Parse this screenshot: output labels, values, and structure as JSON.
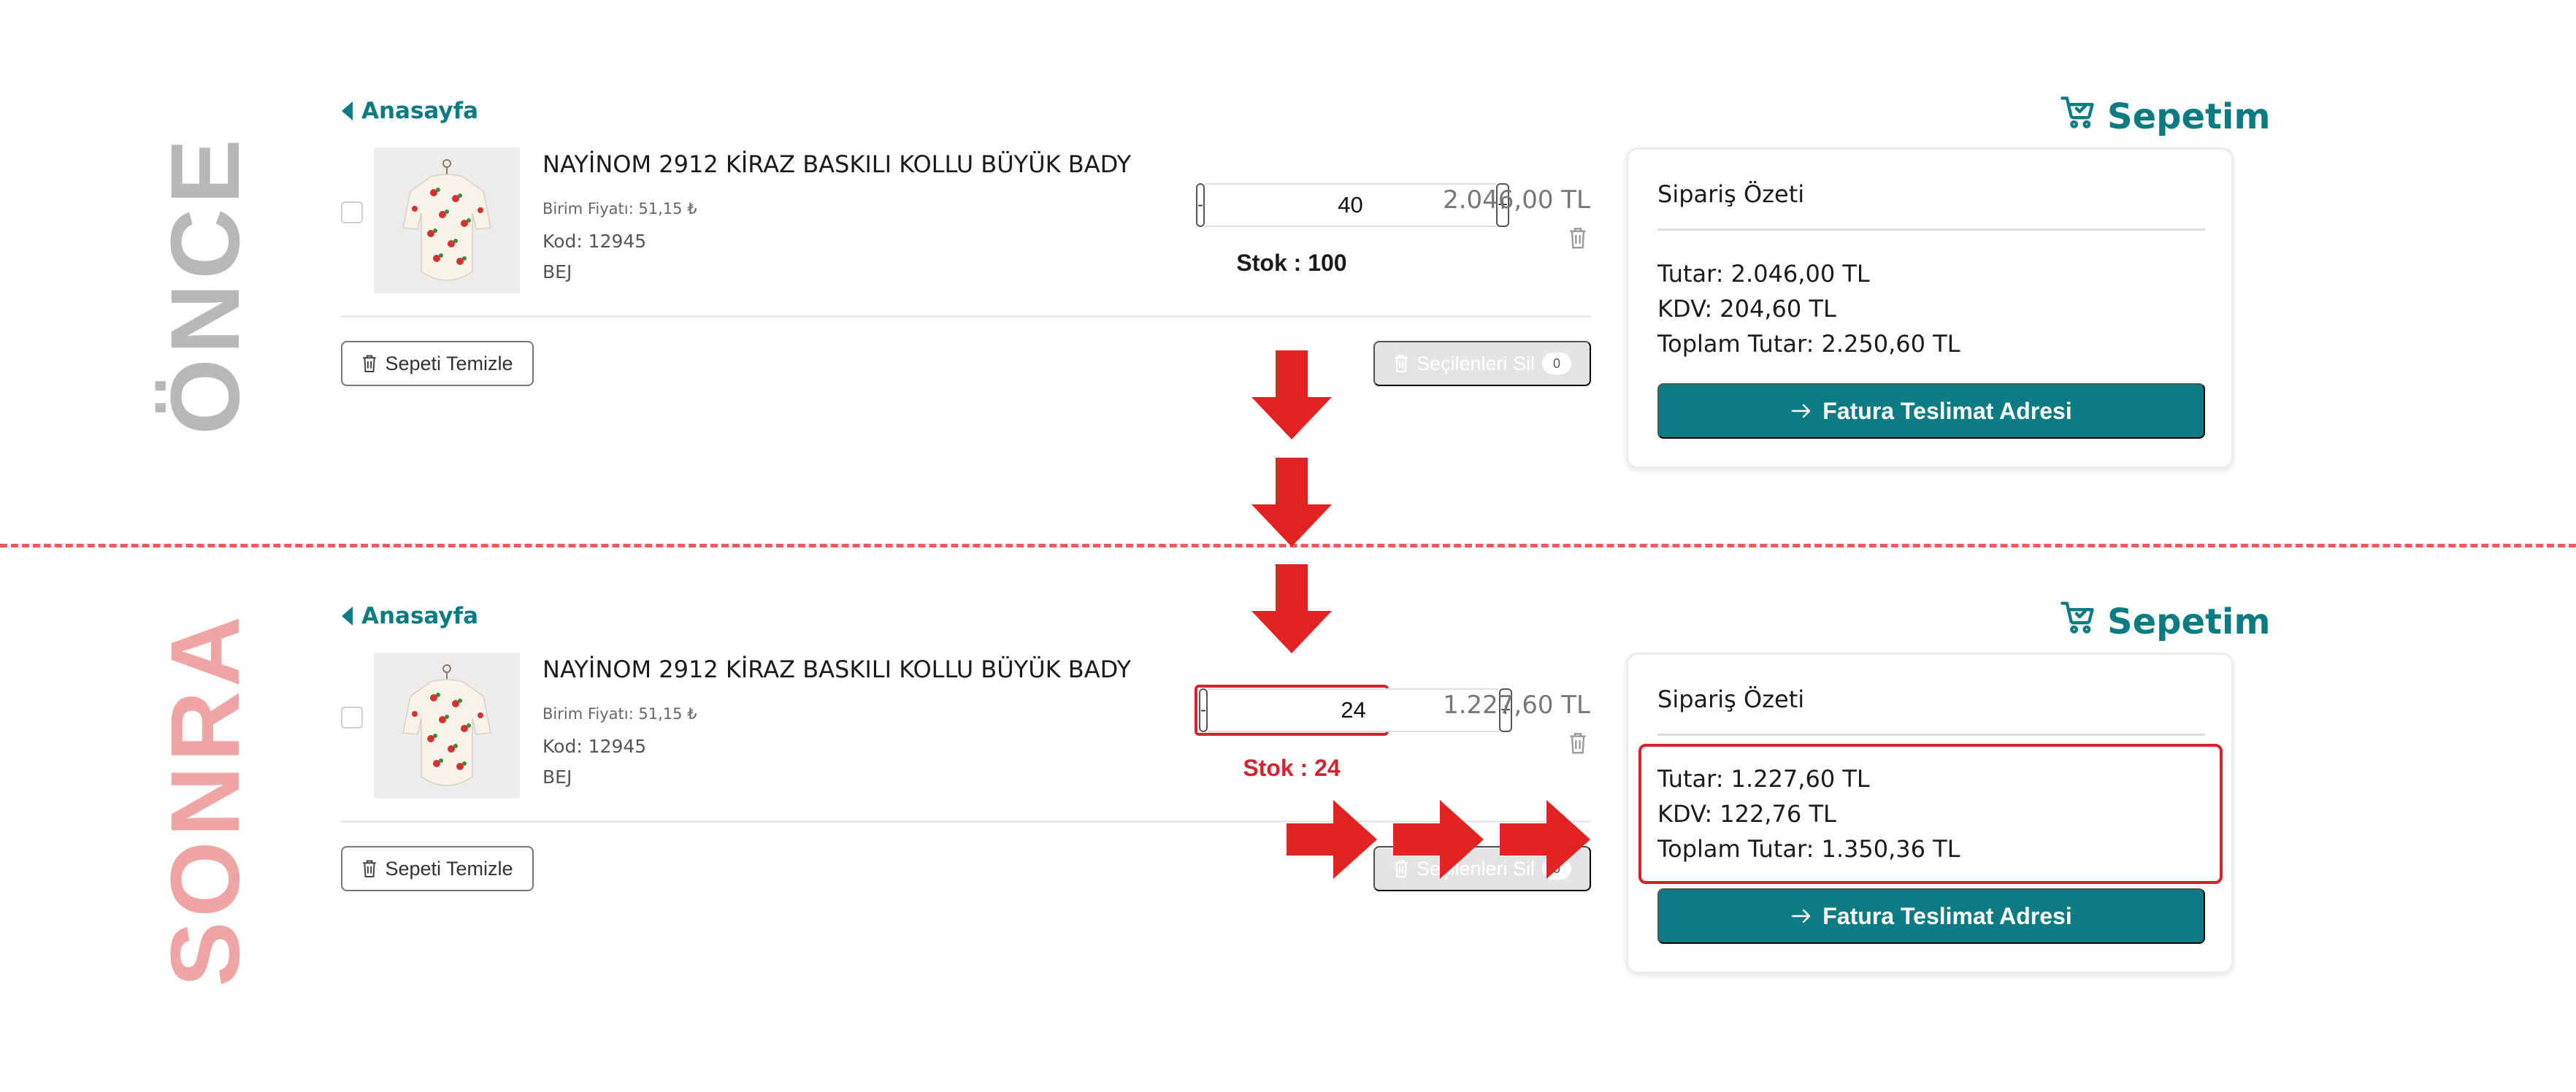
{
  "side_labels": {
    "before": "ÖNCE",
    "after": "SONRA"
  },
  "colors": {
    "teal": "#0d7c82",
    "annotation_red": "#d1242f",
    "arrow_red": "#e32322",
    "before_label_gray": "#b8b8b8",
    "after_label_pink": "#f0a5a5",
    "divider_red": "#ee5b5b"
  },
  "before": {
    "back_link": "Anasayfa",
    "cart_title": "Sepetim",
    "item": {
      "name": "NAYİNOM 2912 KİRAZ BASKILI KOLLU BÜYÜK BADY",
      "unit_price": "Birim Fiyatı: 51,15 ₺",
      "code": "Kod: 12945",
      "color": "BEJ",
      "quantity": "40",
      "minus": "-",
      "plus": "+",
      "stock": "Stok : 100",
      "line_total": "2.046,00 TL"
    },
    "clear_button": "Sepeti Temizle",
    "delete_selected_button": "Seçilenleri Sil",
    "selected_count": "0",
    "summary": {
      "title": "Sipariş Özeti",
      "amount": "Tutar: 2.046,00 TL",
      "vat": "KDV: 204,60 TL",
      "total": "Toplam Tutar: 2.250,60 TL",
      "checkout": "Fatura Teslimat Adresi"
    }
  },
  "after": {
    "back_link": "Anasayfa",
    "cart_title": "Sepetim",
    "item": {
      "name": "NAYİNOM 2912 KİRAZ BASKILI KOLLU BÜYÜK BADY",
      "unit_price": "Birim Fiyatı: 51,15 ₺",
      "code": "Kod: 12945",
      "color": "BEJ",
      "quantity": "24",
      "minus": "-",
      "plus": "+",
      "stock": "Stok : 24",
      "line_total": "1.227,60 TL"
    },
    "clear_button": "Sepeti Temizle",
    "delete_selected_button": "Seçilenleri Sil",
    "selected_count": "0",
    "summary": {
      "title": "Sipariş Özeti",
      "amount": "Tutar: 1.227,60 TL",
      "vat": "KDV: 122,76 TL",
      "total": "Toplam Tutar: 1.350,36 TL",
      "checkout": "Fatura Teslimat Adresi"
    }
  }
}
